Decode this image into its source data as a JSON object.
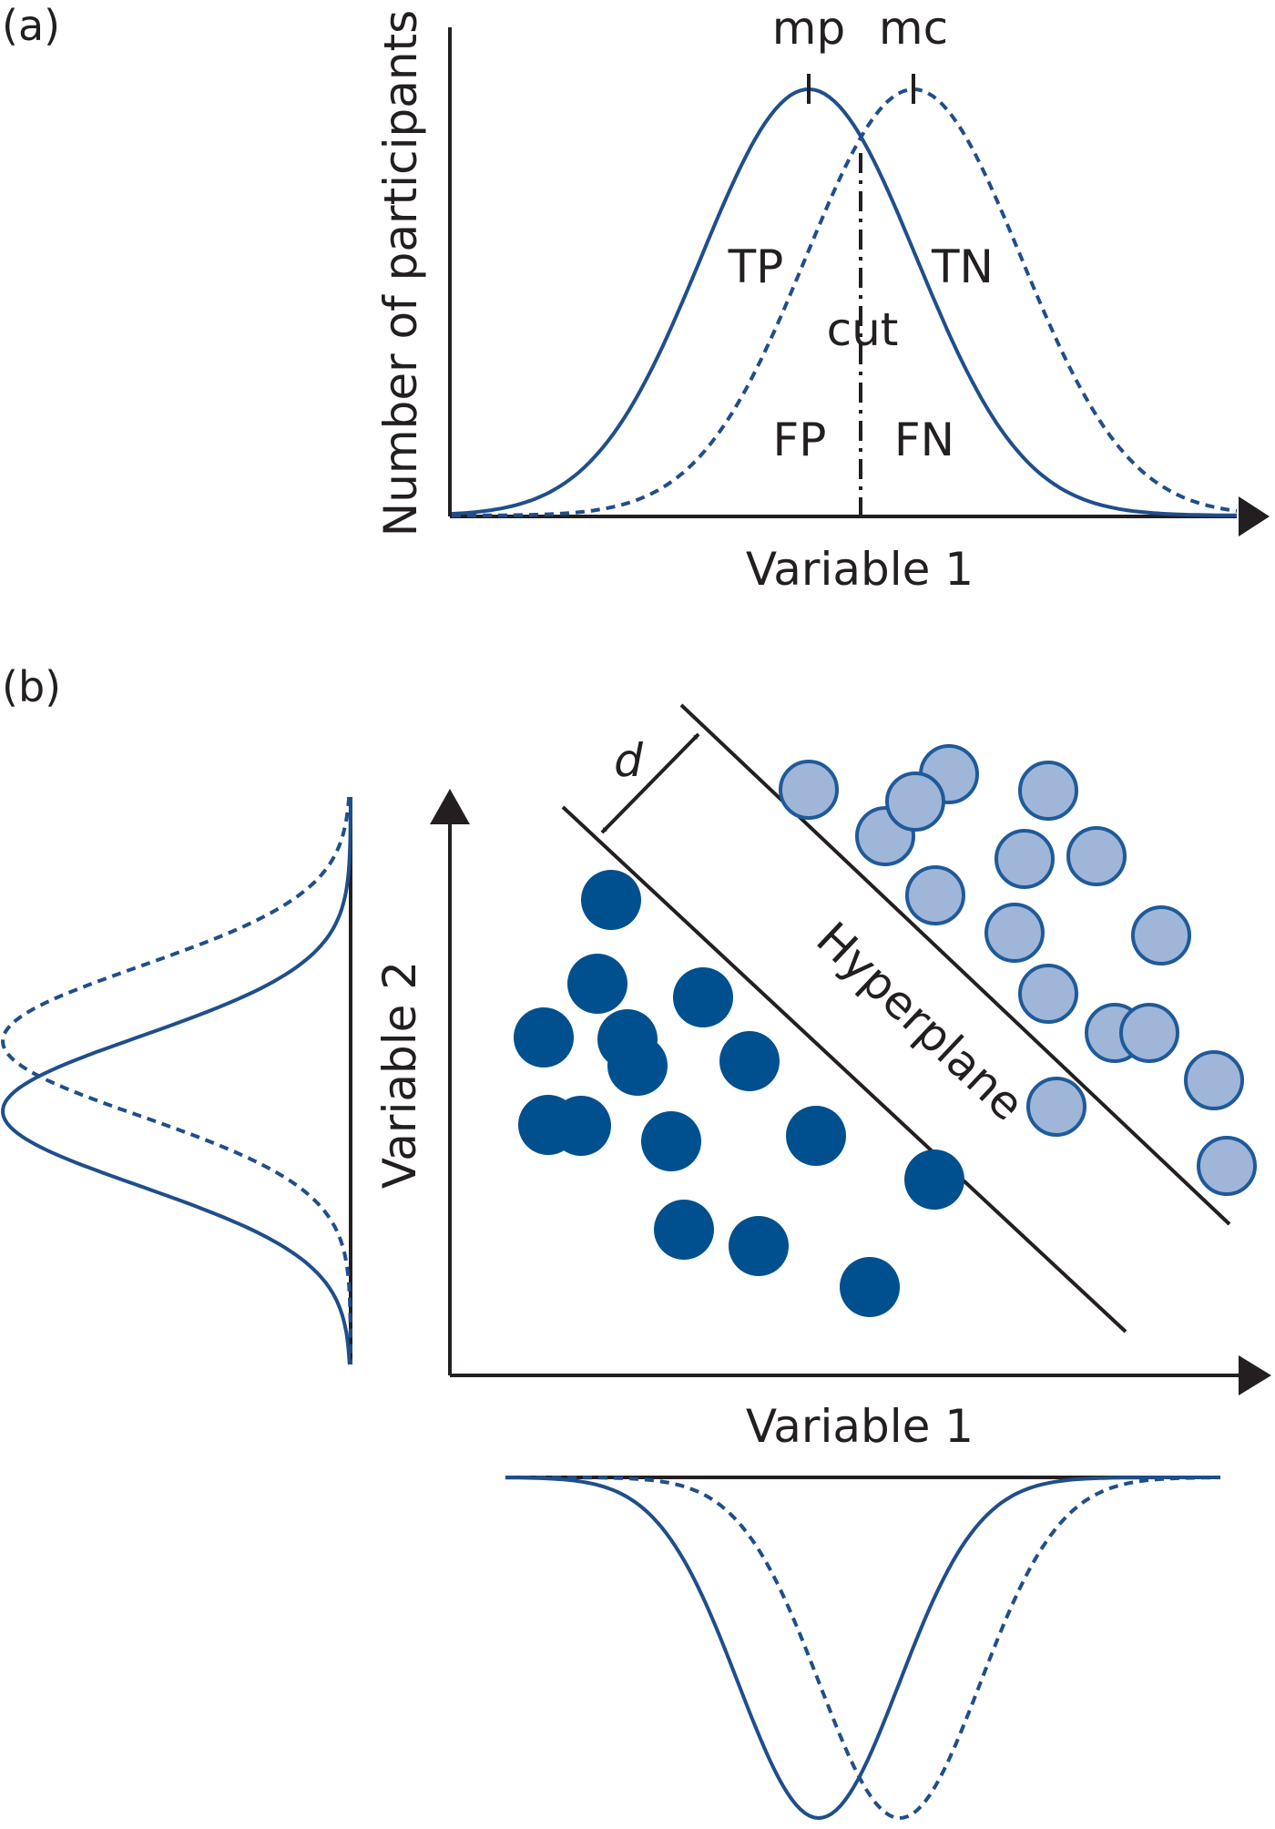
{
  "colors": {
    "ink": "#231f20",
    "curve_blue": "#1f4e8a",
    "dot_dark": "#00508f",
    "dot_light": "#9fb6d9",
    "dot_light_stroke": "#1f5a99"
  },
  "panel_a": {
    "label": "(a)",
    "y_axis_label": "Number of participants",
    "x_axis_label": "Variable 1",
    "mp_label": "mp",
    "mc_label": "mc",
    "tp_label": "TP",
    "tn_label": "TN",
    "fp_label": "FP",
    "fn_label": "FN",
    "cut_label": "cut"
  },
  "panel_b": {
    "label": "(b)",
    "y_axis_label": "Variable 2",
    "x_axis_label": "Variable 1",
    "margin_label": "d",
    "hyperplane_label": "Hyperplane",
    "dark_class_count": 15,
    "light_class_count": 16
  }
}
